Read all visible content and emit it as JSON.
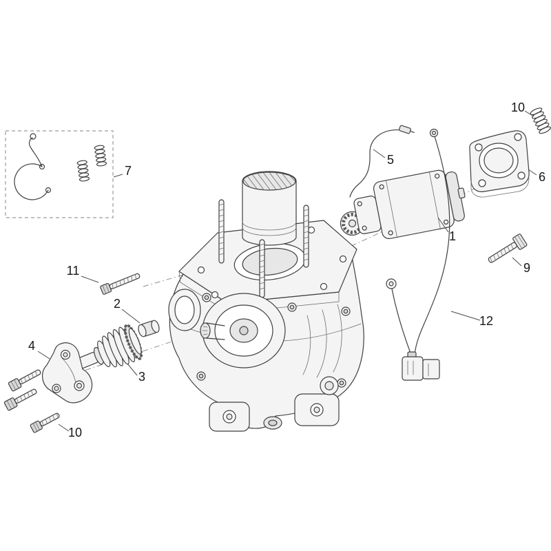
{
  "diagram": {
    "kind": "exploded-parts-diagram",
    "background": "#ffffff",
    "line_color": "#3f3f3f",
    "dashed_box_color": "#9a9a9a",
    "callout_color": "#161616",
    "callouts": [
      {
        "label": "1",
        "part": "starter-motor"
      },
      {
        "label": "2",
        "part": "spacer-bushing"
      },
      {
        "label": "3",
        "part": "drive-coupling"
      },
      {
        "label": "4",
        "part": "support-bracket"
      },
      {
        "label": "5",
        "part": "electric-wire"
      },
      {
        "label": "6",
        "part": "mounting-flange"
      },
      {
        "label": "7",
        "part": "circlip-and-springs-kit"
      },
      {
        "label": "9",
        "part": "hex-bolt"
      },
      {
        "label": "10",
        "part": "screw-top-right"
      },
      {
        "label": "10",
        "part": "screw-bottom-left"
      },
      {
        "label": "11",
        "part": "stud-screw"
      },
      {
        "label": "12",
        "part": "cable"
      }
    ]
  }
}
